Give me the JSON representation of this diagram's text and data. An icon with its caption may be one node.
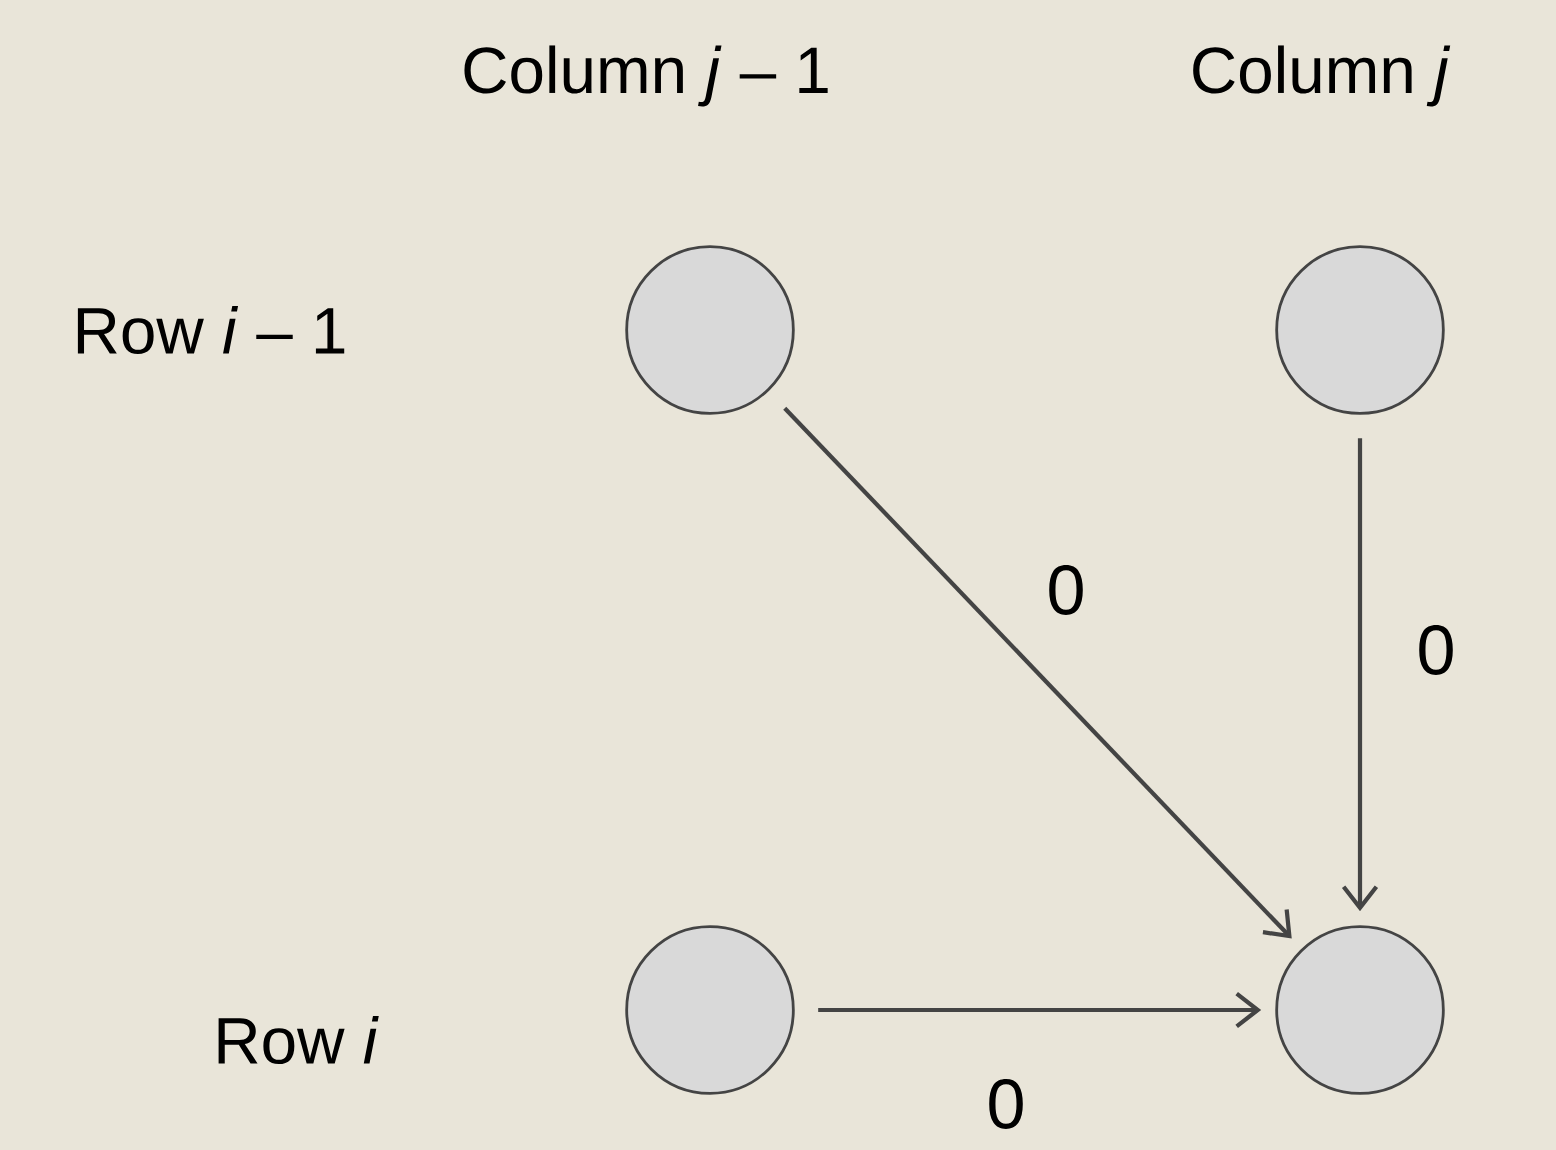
{
  "diagram": {
    "nodes": [
      {
        "text": [],
        "shape": "circle"
      },
      {
        "text": [],
        "shape": "circle"
      },
      {
        "text": [],
        "shape": "circle"
      },
      {
        "text": [],
        "shape": "circle"
      }
    ],
    "edges": [
      {
        "from": 0,
        "to": 3,
        "arrow": "to",
        "label": "0"
      },
      {
        "from": 1,
        "to": 3,
        "arrow": "to",
        "label": "0"
      },
      {
        "from": 2,
        "to": 3,
        "arrow": "to",
        "label": "0"
      }
    ],
    "labels": [
      "Column *j* – 1",
      "Column *j*",
      "Row *i* – 1",
      "Row *i*"
    ]
  }
}
